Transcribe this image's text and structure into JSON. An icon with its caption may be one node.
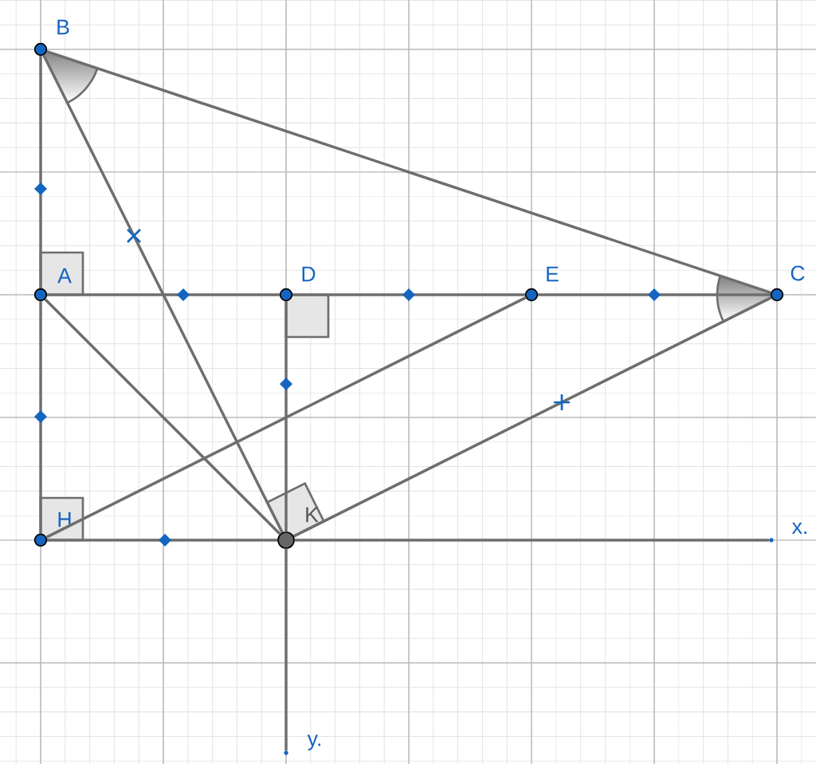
{
  "diagram": {
    "nodes": [
      {
        "text": [
          "B"
        ]
      },
      {
        "text": [
          "A"
        ]
      },
      {
        "text": [
          "D"
        ]
      },
      {
        "text": [
          "E"
        ]
      },
      {
        "text": [
          "C"
        ]
      },
      {
        "text": [
          "H"
        ]
      },
      {
        "text": [
          "K"
        ]
      },
      {
        "text": [
          "x."
        ]
      },
      {
        "text": [
          "y."
        ]
      }
    ],
    "edges": [
      {
        "from": 0,
        "to": 1,
        "arrow": "none"
      },
      {
        "from": 1,
        "to": 5,
        "arrow": "none"
      },
      {
        "from": 0,
        "to": 4,
        "arrow": "none"
      },
      {
        "from": 1,
        "to": 2,
        "arrow": "none"
      },
      {
        "from": 2,
        "to": 3,
        "arrow": "none"
      },
      {
        "from": 3,
        "to": 4,
        "arrow": "none"
      },
      {
        "from": 5,
        "to": 6,
        "arrow": "none"
      },
      {
        "from": 2,
        "to": 6,
        "arrow": "none"
      },
      {
        "from": 0,
        "to": 6,
        "arrow": "none"
      },
      {
        "from": 6,
        "to": 4,
        "arrow": "none"
      },
      {
        "from": 1,
        "to": 6,
        "arrow": "none"
      },
      {
        "from": 5,
        "to": 3,
        "arrow": "none"
      },
      {
        "from": 6,
        "to": 7,
        "arrow": "none"
      },
      {
        "from": 6,
        "to": 8,
        "arrow": "none"
      }
    ]
  }
}
